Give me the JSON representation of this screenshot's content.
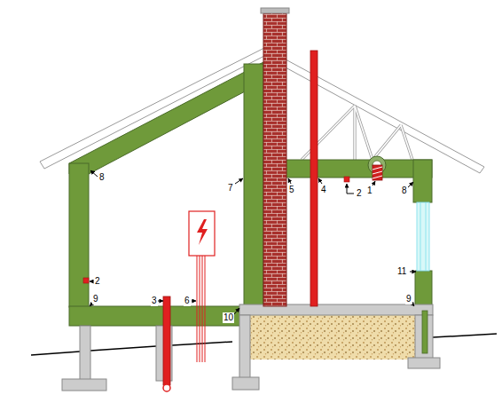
{
  "diagram": {
    "labels": [
      "8",
      "7",
      "5",
      "4",
      "2",
      "1",
      "8",
      "2",
      "11",
      "3",
      "6",
      "10",
      "9",
      "9"
    ]
  }
}
